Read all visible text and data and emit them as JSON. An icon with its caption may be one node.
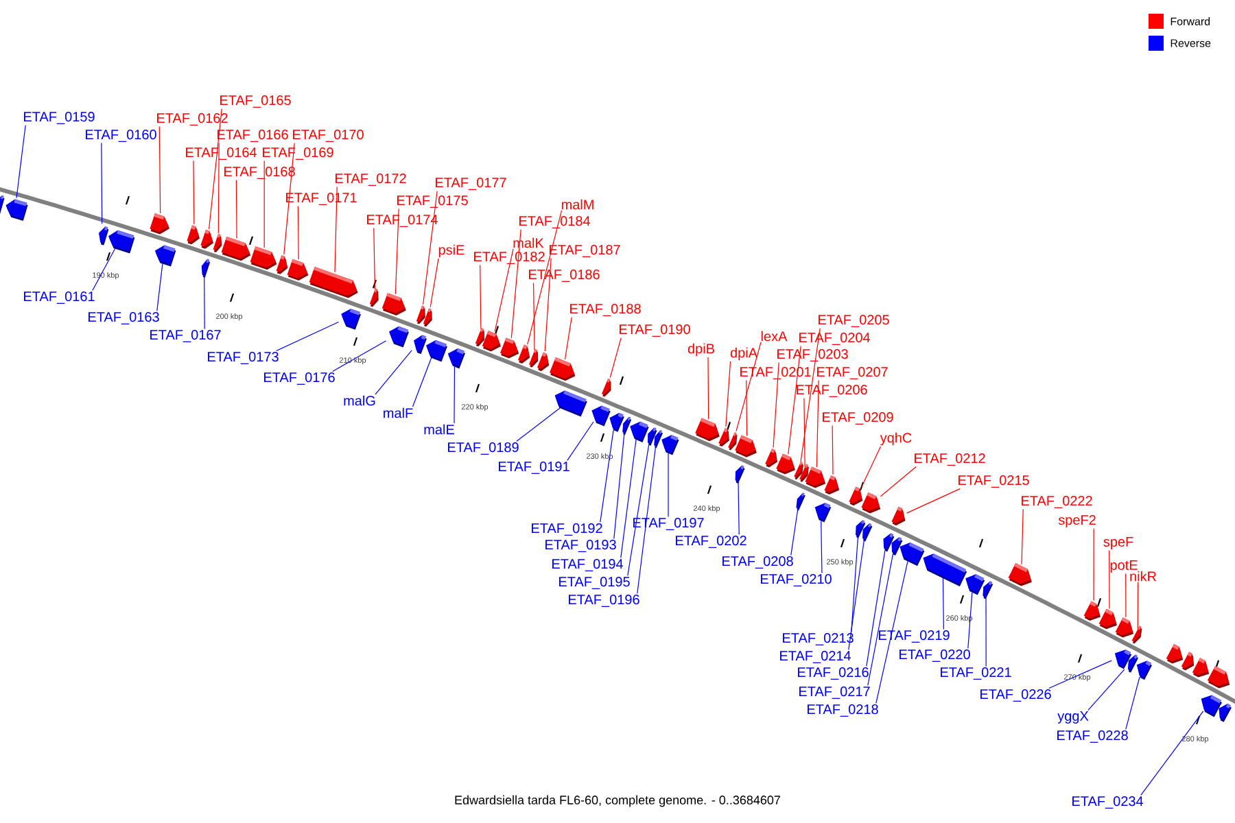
{
  "diagram": {
    "caption": "Edwardsiella tarda FL6-60, complete genome. - 0..3684607",
    "nodes": [
      {
        "text": [
          "ETAF_0165"
        ]
      },
      {
        "text": [
          "ETAF_0162"
        ]
      },
      {
        "text": [
          "ETAF_0166"
        ]
      },
      {
        "text": [
          "ETAF_0170"
        ]
      },
      {
        "text": [
          "ETAF_0164"
        ]
      },
      {
        "text": [
          "ETAF_0169"
        ]
      },
      {
        "text": [
          "ETAF_0168"
        ]
      },
      {
        "text": [
          "ETAF_0171"
        ]
      },
      {
        "text": [
          "ETAF_0172"
        ]
      },
      {
        "text": [
          "ETAF_0177"
        ]
      },
      {
        "text": [
          "ETAF_0175"
        ]
      },
      {
        "text": [
          "ETAF_0174"
        ]
      },
      {
        "text": [
          "psiE"
        ]
      },
      {
        "text": [
          "malM"
        ]
      },
      {
        "text": [
          "ETAF_0184"
        ]
      },
      {
        "text": [
          "malK"
        ]
      },
      {
        "text": [
          "ETAF_0182"
        ]
      },
      {
        "text": [
          "ETAF_0187"
        ]
      },
      {
        "text": [
          "ETAF_0186"
        ]
      },
      {
        "text": [
          "ETAF_0188"
        ]
      },
      {
        "text": [
          "ETAF_0190"
        ]
      },
      {
        "text": [
          "dpiB"
        ]
      },
      {
        "text": [
          "dpiA"
        ]
      },
      {
        "text": [
          "lexA"
        ]
      },
      {
        "text": [
          "ETAF_0201"
        ]
      },
      {
        "text": [
          "ETAF_0205"
        ]
      },
      {
        "text": [
          "ETAF_0204"
        ]
      },
      {
        "text": [
          "ETAF_0203"
        ]
      },
      {
        "text": [
          "ETAF_0207"
        ]
      },
      {
        "text": [
          "ETAF_0206"
        ]
      },
      {
        "text": [
          "ETAF_0209"
        ]
      },
      {
        "text": [
          "yqhC"
        ]
      },
      {
        "text": [
          "ETAF_0212"
        ]
      },
      {
        "text": [
          "ETAF_0215"
        ]
      },
      {
        "text": [
          "ETAF_0222"
        ]
      },
      {
        "text": [
          "speF2"
        ]
      },
      {
        "text": [
          "speF"
        ]
      },
      {
        "text": [
          "potE"
        ]
      },
      {
        "text": [
          "nikR"
        ]
      },
      {
        "text": [
          "ETAF_0159"
        ]
      },
      {
        "text": [
          "ETAF_0160"
        ]
      },
      {
        "text": [
          "ETAF_0161"
        ]
      },
      {
        "text": [
          "ETAF_0163"
        ]
      },
      {
        "text": [
          "ETAF_0167"
        ]
      },
      {
        "text": [
          "ETAF_0173"
        ]
      },
      {
        "text": [
          "ETAF_0176"
        ]
      },
      {
        "text": [
          "malG"
        ]
      },
      {
        "text": [
          "malF"
        ]
      },
      {
        "text": [
          "malE"
        ]
      },
      {
        "text": [
          "ETAF_0189"
        ]
      },
      {
        "text": [
          "ETAF_0191"
        ]
      },
      {
        "text": [
          "ETAF_0192"
        ]
      },
      {
        "text": [
          "ETAF_0193"
        ]
      },
      {
        "text": [
          "ETAF_0194"
        ]
      },
      {
        "text": [
          "ETAF_0195"
        ]
      },
      {
        "text": [
          "ETAF_0196"
        ]
      },
      {
        "text": [
          "ETAF_0197"
        ]
      },
      {
        "text": [
          "ETAF_0202"
        ]
      },
      {
        "text": [
          "ETAF_0208"
        ]
      },
      {
        "text": [
          "ETAF_0210"
        ]
      },
      {
        "text": [
          "ETAF_0213"
        ]
      },
      {
        "text": [
          "ETAF_0214"
        ]
      },
      {
        "text": [
          "ETAF_0216"
        ]
      },
      {
        "text": [
          "ETAF_0217"
        ]
      },
      {
        "text": [
          "ETAF_0218"
        ]
      },
      {
        "text": [
          "ETAF_0219"
        ]
      },
      {
        "text": [
          "ETAF_0220"
        ]
      },
      {
        "text": [
          "ETAF_0221"
        ]
      },
      {
        "text": [
          "ETAF_0226"
        ]
      },
      {
        "text": [
          "yggX"
        ]
      },
      {
        "text": [
          "ETAF_0228"
        ]
      },
      {
        "text": [
          "ETAF_0234"
        ]
      },
      {
        "text": [],
        "shape": "arrow"
      },
      {
        "text": [],
        "shape": "arrow"
      },
      {
        "text": [],
        "shape": "arrow"
      },
      {
        "text": [],
        "shape": "arrow"
      },
      {
        "text": [],
        "shape": "arrow"
      },
      {
        "text": [],
        "shape": "arrow"
      },
      {
        "text": [],
        "shape": "arrow"
      },
      {
        "text": [],
        "shape": "arrow"
      },
      {
        "text": [],
        "shape": "arrow"
      },
      {
        "text": [],
        "shape": "arrow"
      },
      {
        "text": [],
        "shape": "arrow"
      },
      {
        "text": [],
        "shape": "arrow"
      },
      {
        "text": [],
        "shape": "arrow"
      },
      {
        "text": [],
        "shape": "arrow"
      },
      {
        "text": [],
        "shape": "arrow"
      },
      {
        "text": [],
        "shape": "arrow"
      },
      {
        "text": [],
        "shape": "arrow"
      },
      {
        "text": [],
        "shape": "arrow"
      },
      {
        "text": [],
        "shape": "arrow"
      },
      {
        "text": [],
        "shape": "arrow"
      },
      {
        "text": [],
        "shape": "arrow"
      },
      {
        "text": [],
        "shape": "arrow"
      },
      {
        "text": [],
        "shape": "arrow"
      },
      {
        "text": [],
        "shape": "arrow"
      },
      {
        "text": [],
        "shape": "arrow"
      },
      {
        "text": [],
        "shape": "arrow"
      },
      {
        "text": [],
        "shape": "arrow"
      },
      {
        "text": [],
        "shape": "arrow"
      },
      {
        "text": [],
        "shape": "arrow"
      },
      {
        "text": [],
        "shape": "arrow"
      },
      {
        "text": [],
        "shape": "arrow"
      },
      {
        "text": [],
        "shape": "arrow"
      },
      {
        "text": [],
        "shape": "arrow"
      },
      {
        "text": [],
        "shape": "arrow"
      },
      {
        "text": [],
        "shape": "arrow"
      },
      {
        "text": [],
        "shape": "arrow"
      },
      {
        "text": [],
        "shape": "arrow"
      },
      {
        "text": [],
        "shape": "arrow"
      },
      {
        "text": [],
        "shape": "arrow"
      },
      {
        "text": [],
        "shape": "arrow"
      },
      {
        "text": [],
        "shape": "arrow"
      },
      {
        "text": [],
        "shape": "arrow"
      },
      {
        "text": [],
        "shape": "arrow"
      },
      {
        "text": [],
        "shape": "arrow"
      },
      {
        "text": [],
        "shape": "arrow"
      },
      {
        "text": [],
        "shape": "arrow"
      },
      {
        "text": [],
        "shape": "arrow"
      },
      {
        "text": [],
        "shape": "arrow"
      },
      {
        "text": [],
        "shape": "arrow"
      },
      {
        "text": [],
        "shape": "arrow"
      },
      {
        "text": [],
        "shape": "arrow"
      },
      {
        "text": [],
        "shape": "arrow"
      },
      {
        "text": [],
        "shape": "arrow"
      },
      {
        "text": [],
        "shape": "arrow"
      },
      {
        "text": [],
        "shape": "arrow"
      },
      {
        "text": [],
        "shape": "arrow"
      },
      {
        "text": [],
        "shape": "arrow"
      },
      {
        "text": [],
        "shape": "arrow"
      },
      {
        "text": [],
        "shape": "arrow"
      },
      {
        "text": [],
        "shape": "arrow"
      },
      {
        "text": [],
        "shape": "arrow"
      },
      {
        "text": [],
        "shape": "arrow"
      },
      {
        "text": [],
        "shape": "arrow"
      },
      {
        "text": [],
        "shape": "arrow"
      },
      {
        "text": [],
        "shape": "arrow"
      },
      {
        "text": [],
        "shape": "arrow"
      },
      {
        "text": [],
        "shape": "arrow"
      },
      {
        "text": [],
        "shape": "arrow"
      },
      {
        "text": [],
        "shape": "arrow"
      },
      {
        "text": [],
        "shape": "arrow"
      },
      {
        "text": [],
        "shape": "arrow"
      },
      {
        "text": [],
        "shape": "arrow"
      },
      {
        "text": [],
        "shape": "arrow"
      },
      {
        "text": [],
        "shape": "arrow"
      },
      {
        "text": [],
        "shape": "arrow"
      },
      {
        "text": [],
        "shape": "arrow"
      },
      {
        "text": [],
        "shape": "arrow"
      },
      {
        "text": [],
        "shape": "arrow"
      }
    ],
    "edges": [
      {
        "from": 0,
        "to": 79,
        "arrow": "none",
        "color": "#ff0000"
      },
      {
        "from": 1,
        "to": 76,
        "arrow": "none",
        "color": "#ff0000"
      },
      {
        "from": 2,
        "to": 81,
        "arrow": "none",
        "color": "#ff0000"
      },
      {
        "from": 3,
        "to": 84,
        "arrow": "none",
        "color": "#ff0000"
      },
      {
        "from": 4,
        "to": 78,
        "arrow": "none",
        "color": "#ff0000"
      },
      {
        "from": 5,
        "to": 83,
        "arrow": "none",
        "color": "#ff0000"
      },
      {
        "from": 6,
        "to": 82,
        "arrow": "none",
        "color": "#ff0000"
      },
      {
        "from": 7,
        "to": 85,
        "arrow": "none",
        "color": "#ff0000"
      },
      {
        "from": 8,
        "to": 86,
        "arrow": "none",
        "color": "#ff0000"
      },
      {
        "from": 9,
        "to": 91,
        "arrow": "none",
        "color": "#ff0000"
      },
      {
        "from": 10,
        "to": 89,
        "arrow": "none",
        "color": "#ff0000"
      },
      {
        "from": 11,
        "to": 88,
        "arrow": "none",
        "color": "#ff0000"
      },
      {
        "from": 12,
        "to": 93,
        "arrow": "none",
        "color": "#ff0000"
      },
      {
        "from": 13,
        "to": 99,
        "arrow": "none",
        "color": "#ff0000"
      },
      {
        "from": 14,
        "to": 98,
        "arrow": "none",
        "color": "#ff0000"
      },
      {
        "from": 15,
        "to": 97,
        "arrow": "none",
        "color": "#ff0000"
      },
      {
        "from": 16,
        "to": 96,
        "arrow": "none",
        "color": "#ff0000"
      },
      {
        "from": 17,
        "to": 101,
        "arrow": "none",
        "color": "#ff0000"
      },
      {
        "from": 18,
        "to": 100,
        "arrow": "none",
        "color": "#ff0000"
      },
      {
        "from": 19,
        "to": 102,
        "arrow": "none",
        "color": "#ff0000"
      },
      {
        "from": 20,
        "to": 105,
        "arrow": "none",
        "color": "#ff0000"
      },
      {
        "from": 21,
        "to": 112,
        "arrow": "none",
        "color": "#ff0000"
      },
      {
        "from": 22,
        "to": 113,
        "arrow": "none",
        "color": "#ff0000"
      },
      {
        "from": 23,
        "to": 114,
        "arrow": "none",
        "color": "#ff0000"
      },
      {
        "from": 24,
        "to": 115,
        "arrow": "none",
        "color": "#ff0000"
      },
      {
        "from": 25,
        "to": 119,
        "arrow": "none",
        "color": "#ff0000"
      },
      {
        "from": 26,
        "to": 118,
        "arrow": "none",
        "color": "#ff0000"
      },
      {
        "from": 27,
        "to": 117,
        "arrow": "none",
        "color": "#ff0000"
      },
      {
        "from": 28,
        "to": 122,
        "arrow": "none",
        "color": "#ff0000"
      },
      {
        "from": 29,
        "to": 120,
        "arrow": "none",
        "color": "#ff0000"
      },
      {
        "from": 30,
        "to": 124,
        "arrow": "none",
        "color": "#ff0000"
      },
      {
        "from": 31,
        "to": 125,
        "arrow": "none",
        "color": "#ff0000"
      },
      {
        "from": 32,
        "to": 126,
        "arrow": "none",
        "color": "#ff0000"
      },
      {
        "from": 33,
        "to": 129,
        "arrow": "none",
        "color": "#ff0000"
      },
      {
        "from": 34,
        "to": 136,
        "arrow": "none",
        "color": "#ff0000"
      },
      {
        "from": 35,
        "to": 137,
        "arrow": "none",
        "color": "#ff0000"
      },
      {
        "from": 36,
        "to": 138,
        "arrow": "none",
        "color": "#ff0000"
      },
      {
        "from": 37,
        "to": 139,
        "arrow": "none",
        "color": "#ff0000"
      },
      {
        "from": 38,
        "to": 141,
        "arrow": "none",
        "color": "#ff0000"
      },
      {
        "from": 39,
        "to": 73,
        "arrow": "none",
        "color": "#0000ff"
      },
      {
        "from": 40,
        "to": 74,
        "arrow": "none",
        "color": "#0000ff"
      },
      {
        "from": 41,
        "to": 75,
        "arrow": "none",
        "color": "#0000ff"
      },
      {
        "from": 42,
        "to": 77,
        "arrow": "none",
        "color": "#0000ff"
      },
      {
        "from": 43,
        "to": 80,
        "arrow": "none",
        "color": "#0000ff"
      },
      {
        "from": 44,
        "to": 87,
        "arrow": "none",
        "color": "#0000ff"
      },
      {
        "from": 45,
        "to": 90,
        "arrow": "none",
        "color": "#0000ff"
      },
      {
        "from": 46,
        "to": 92,
        "arrow": "none",
        "color": "#0000ff"
      },
      {
        "from": 47,
        "to": 94,
        "arrow": "none",
        "color": "#0000ff"
      },
      {
        "from": 48,
        "to": 95,
        "arrow": "none",
        "color": "#0000ff"
      },
      {
        "from": 49,
        "to": 103,
        "arrow": "none",
        "color": "#0000ff"
      },
      {
        "from": 50,
        "to": 104,
        "arrow": "none",
        "color": "#0000ff"
      },
      {
        "from": 51,
        "to": 106,
        "arrow": "none",
        "color": "#0000ff"
      },
      {
        "from": 52,
        "to": 107,
        "arrow": "none",
        "color": "#0000ff"
      },
      {
        "from": 53,
        "to": 108,
        "arrow": "none",
        "color": "#0000ff"
      },
      {
        "from": 54,
        "to": 109,
        "arrow": "none",
        "color": "#0000ff"
      },
      {
        "from": 55,
        "to": 110,
        "arrow": "none",
        "color": "#0000ff"
      },
      {
        "from": 56,
        "to": 111,
        "arrow": "none",
        "color": "#0000ff"
      },
      {
        "from": 57,
        "to": 116,
        "arrow": "none",
        "color": "#0000ff"
      },
      {
        "from": 58,
        "to": 121,
        "arrow": "none",
        "color": "#0000ff"
      },
      {
        "from": 59,
        "to": 123,
        "arrow": "none",
        "color": "#0000ff"
      },
      {
        "from": 60,
        "to": 127,
        "arrow": "none",
        "color": "#0000ff"
      },
      {
        "from": 61,
        "to": 128,
        "arrow": "none",
        "color": "#0000ff"
      },
      {
        "from": 62,
        "to": 130,
        "arrow": "none",
        "color": "#0000ff"
      },
      {
        "from": 63,
        "to": 131,
        "arrow": "none",
        "color": "#0000ff"
      },
      {
        "from": 64,
        "to": 132,
        "arrow": "none",
        "color": "#0000ff"
      },
      {
        "from": 65,
        "to": 133,
        "arrow": "none",
        "color": "#0000ff"
      },
      {
        "from": 66,
        "to": 134,
        "arrow": "none",
        "color": "#0000ff"
      },
      {
        "from": 67,
        "to": 135,
        "arrow": "none",
        "color": "#0000ff"
      },
      {
        "from": 68,
        "to": 140,
        "arrow": "none",
        "color": "#0000ff"
      },
      {
        "from": 69,
        "to": 142,
        "arrow": "none",
        "color": "#0000ff"
      },
      {
        "from": 70,
        "to": 143,
        "arrow": "none",
        "color": "#0000ff"
      },
      {
        "from": 71,
        "to": 148,
        "arrow": "none",
        "color": "#0000ff"
      }
    ],
    "labels": [
      "190 kbp",
      "200 kbp",
      "210 kbp",
      "220 kbp",
      "230 kbp",
      "240 kbp",
      "250 kbp",
      "260 kbp",
      "270 kbp",
      "280 kbp"
    ],
    "legend": [
      {
        "text": "Forward",
        "color": "#ff0000"
      },
      {
        "text": "Reverse",
        "color": "#0000ff"
      }
    ]
  }
}
